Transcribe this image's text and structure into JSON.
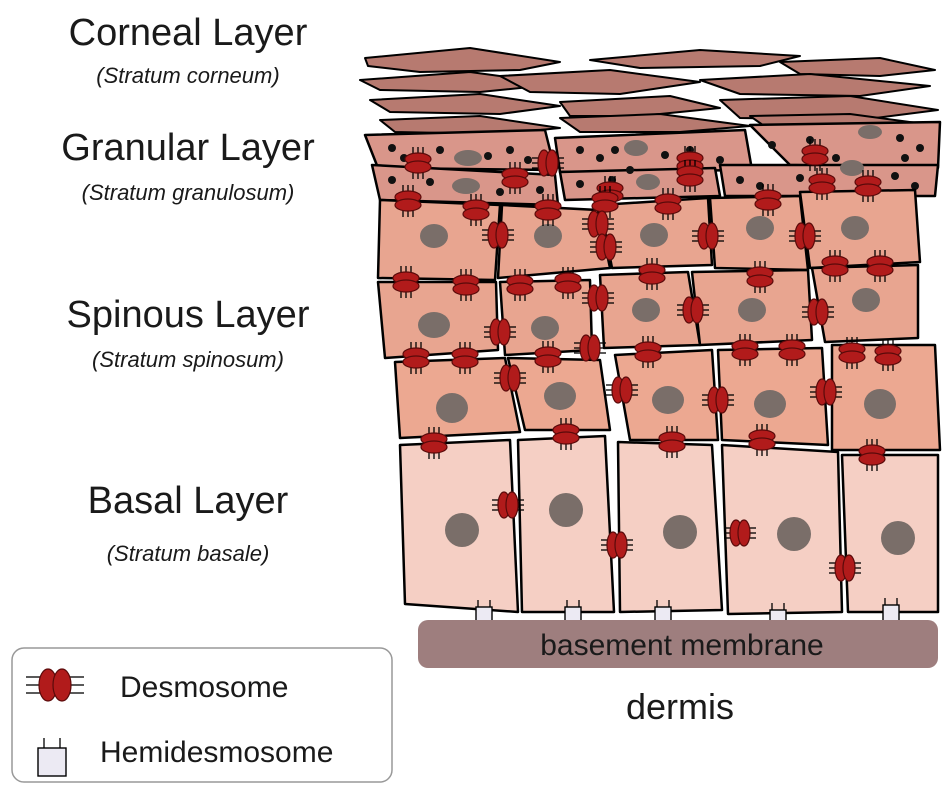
{
  "layers": [
    {
      "name": "Corneal Layer",
      "latin": "(Stratum corneum)"
    },
    {
      "name": "Granular Layer",
      "latin": "(Stratum granulosum)"
    },
    {
      "name": "Spinous Layer",
      "latin": "(Stratum spinosum)"
    },
    {
      "name": "Basal Layer",
      "latin": "(Stratum basale)"
    }
  ],
  "basement_membrane": "basement membrane",
  "dermis": "dermis",
  "legend": {
    "desmosome": "Desmosome",
    "hemidesmosome": "Hemidesmosome"
  },
  "colors": {
    "corneal": "#b77a70",
    "granular": "#d9968a",
    "spinous": "#e8a590",
    "spinous_lower": "#eca891",
    "basal": "#f5cfc4",
    "nucleus": "#7a6e69",
    "desmosome": "#b11b1b",
    "basement_membrane": "#9e7e7e",
    "hemidesmosome": "#eceaf3"
  }
}
